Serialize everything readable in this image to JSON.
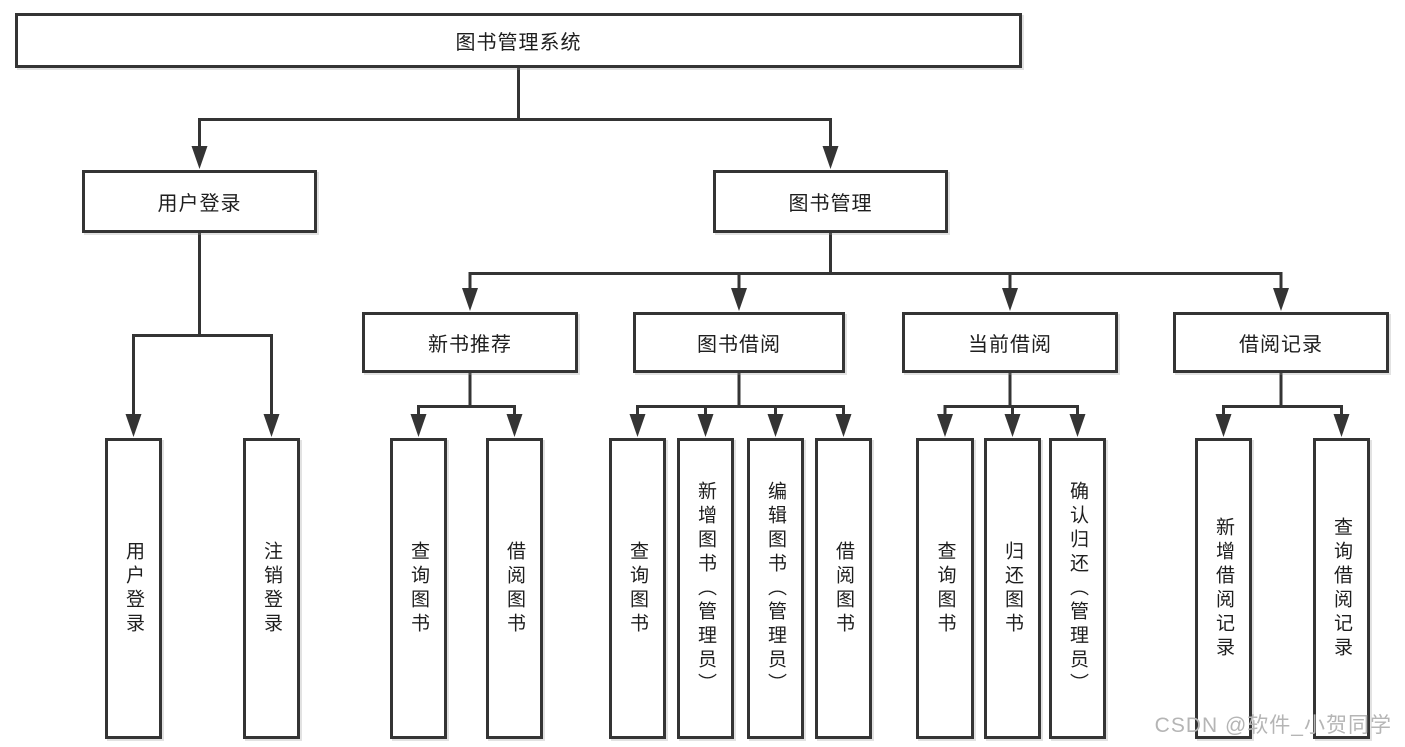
{
  "root": {
    "label": "图书管理系统"
  },
  "level2": [
    {
      "label": "用户登录"
    },
    {
      "label": "图书管理"
    }
  ],
  "level3": [
    {
      "label": "新书推荐",
      "parent": "图书管理"
    },
    {
      "label": "图书借阅",
      "parent": "图书管理"
    },
    {
      "label": "当前借阅",
      "parent": "图书管理"
    },
    {
      "label": "借阅记录",
      "parent": "图书管理"
    }
  ],
  "leaves": [
    {
      "label": "用户登录",
      "parent": "用户登录"
    },
    {
      "label": "注销登录",
      "parent": "用户登录"
    },
    {
      "label": "查询图书",
      "parent": "新书推荐"
    },
    {
      "label": "借阅图书",
      "parent": "新书推荐"
    },
    {
      "label": "查询图书",
      "parent": "图书借阅"
    },
    {
      "label": "新增图书（管理员）",
      "parent": "图书借阅"
    },
    {
      "label": "编辑图书（管理员）",
      "parent": "图书借阅"
    },
    {
      "label": "借阅图书",
      "parent": "图书借阅"
    },
    {
      "label": "查询图书",
      "parent": "当前借阅"
    },
    {
      "label": "归还图书",
      "parent": "当前借阅"
    },
    {
      "label": "确认归还（管理员）",
      "parent": "当前借阅"
    },
    {
      "label": "新增借阅记录",
      "parent": "借阅记录"
    },
    {
      "label": "查询借阅记录",
      "parent": "借阅记录"
    }
  ],
  "watermark": {
    "text": "CSDN @软件_小贺同学"
  },
  "colors": {
    "line": "#343434",
    "text": "#1e1e1e",
    "box_background": "#ffffff",
    "watermark": "#b5b5b5",
    "page_background": "#ffffff"
  }
}
